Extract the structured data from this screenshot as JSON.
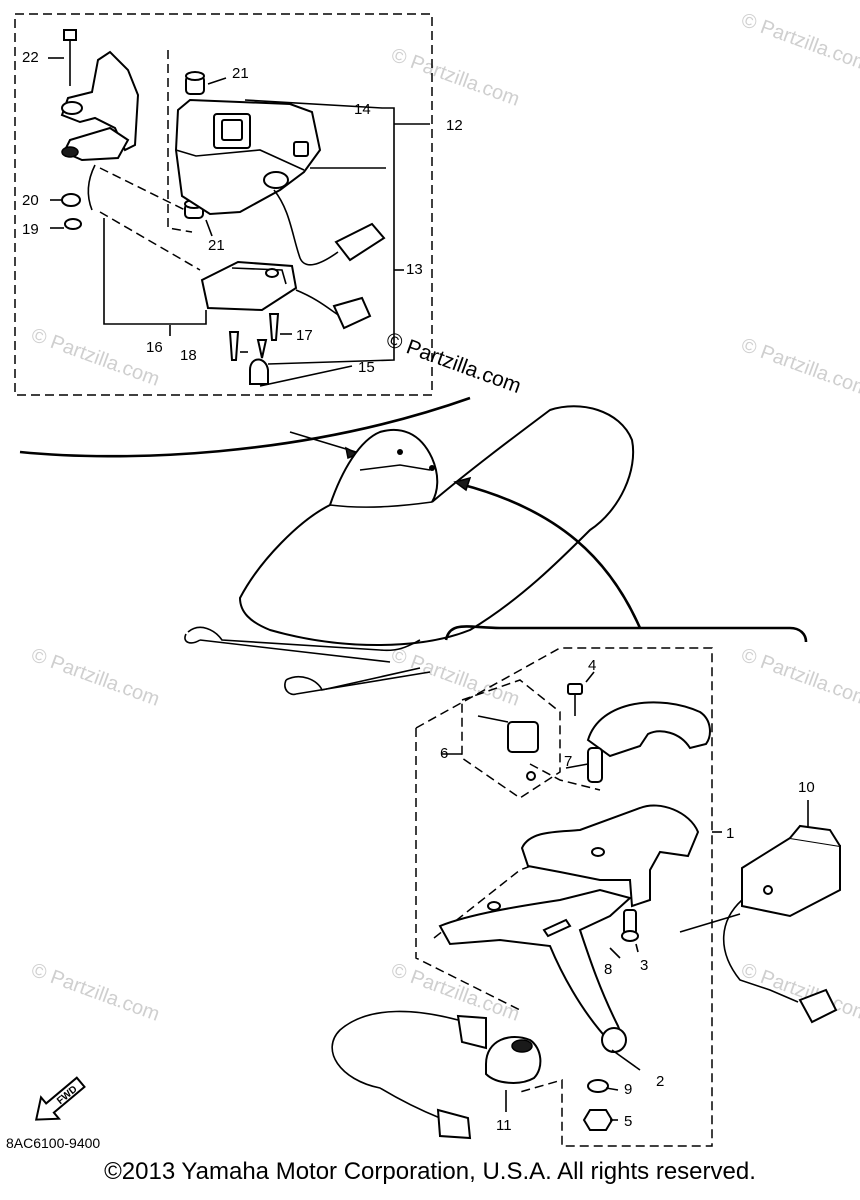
{
  "callouts": {
    "c1": "1",
    "c2": "2",
    "c3": "3",
    "c4": "4",
    "c5": "5",
    "c6": "6",
    "c7": "7",
    "c8": "8",
    "c9": "9",
    "c10": "10",
    "c11": "11",
    "c12": "12",
    "c13": "13",
    "c14": "14",
    "c15": "15",
    "c16": "16",
    "c17": "17",
    "c18": "18",
    "c19": "19",
    "c20": "20",
    "c21a": "21",
    "c21b": "21",
    "c22": "22"
  },
  "watermark": {
    "main": "© Partzilla.com",
    "faint": "© Partzilla.com"
  },
  "fwd_label": "FWD",
  "diagram_code": "8AC6100-9400",
  "copyright": "©2013 Yamaha Motor Corporation, U.S.A. All rights reserved."
}
